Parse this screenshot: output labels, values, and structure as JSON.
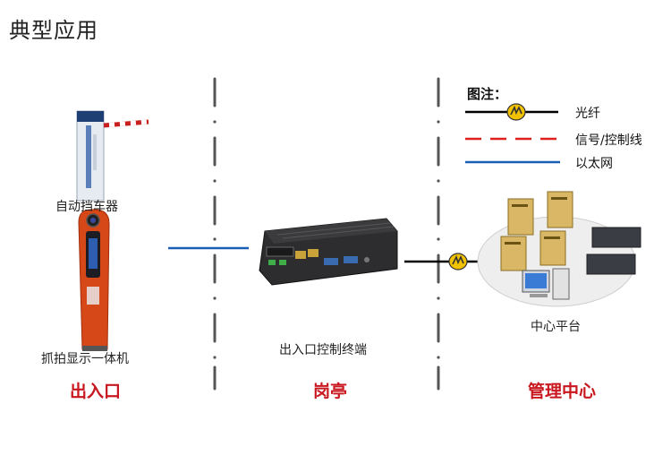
{
  "title": "典型应用",
  "devices": {
    "barrier": "自动挡车器",
    "camera": "抓拍显示一体机",
    "controller": "出入口控制终端",
    "platform": "中心平台"
  },
  "zones": {
    "entrance": "出入口",
    "booth": "岗亭",
    "center": "管理中心"
  },
  "legend": {
    "title": "图注：",
    "items": [
      {
        "label": "光纤",
        "color": "#000000",
        "style": "solid-with-fiber-icon"
      },
      {
        "label": "信号/控制线",
        "color": "#e0201f",
        "style": "dashed"
      },
      {
        "label": "以太网",
        "color": "#1a5fb4",
        "style": "solid"
      }
    ]
  },
  "colors": {
    "zone_label": "#c8171e",
    "fiber": "#000000",
    "signal": "#e0201f",
    "ethernet": "#1a5fb4",
    "fiber_icon": "#f2c200"
  }
}
